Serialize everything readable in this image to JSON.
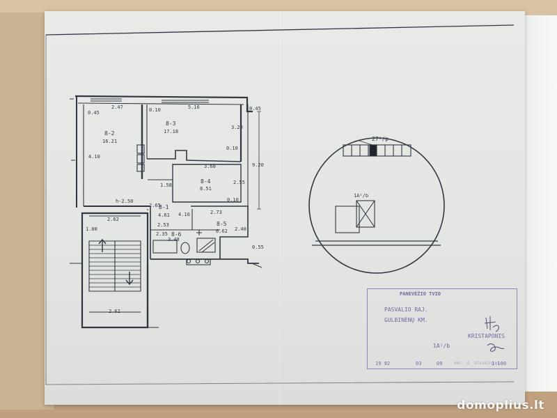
{
  "rooms": [
    {
      "code": "8-2",
      "area": "16.21"
    },
    {
      "code": "8-3",
      "area": "17.18"
    },
    {
      "code": "8-4",
      "area": "8.51"
    },
    {
      "code": "8-1",
      "area": "4.61"
    },
    {
      "code": "8-5",
      "area": "6.62"
    },
    {
      "code": "8-6",
      "area": "3.48"
    }
  ],
  "dims": {
    "d247": "2.47",
    "d516": "5.16",
    "d045a": "0.45",
    "d045b": "0.45",
    "d010a": "0.10",
    "d320": "3.20",
    "d410": "4.10",
    "d010b": "0.10",
    "d368": "3.68",
    "d920": "9.20",
    "d158": "1.58",
    "d255": "2.55",
    "d010c": "0.10",
    "h250": "h-2.50",
    "d265": "2.65",
    "d262a": "2.62",
    "d100": "1.00",
    "d273": "2.73",
    "d410b": "4.10",
    "d253": "2.53",
    "d240": "2.40",
    "d235": "2.35",
    "d055": "0.55",
    "d262b": "2.62"
  },
  "site": {
    "bldg_label": "27¹/p",
    "sub_label": "1A¹/b"
  },
  "stamp": {
    "header": "PANEVĖŽIO TVIO",
    "line1": "PASVALIO RAJ.",
    "line2": "GULBINĖNŲ KM.",
    "name": "KRISTAPONIS",
    "code": "1A¹/b",
    "date_year": "19 92",
    "date_month": "03",
    "date_day": "09",
    "scale": "1:100",
    "faint_text": "mėn. d. Atsakingas"
  },
  "watermark": "domoplius.lt",
  "colors": {
    "ink": "#2f3742",
    "stamp": "#6a6aa0"
  }
}
